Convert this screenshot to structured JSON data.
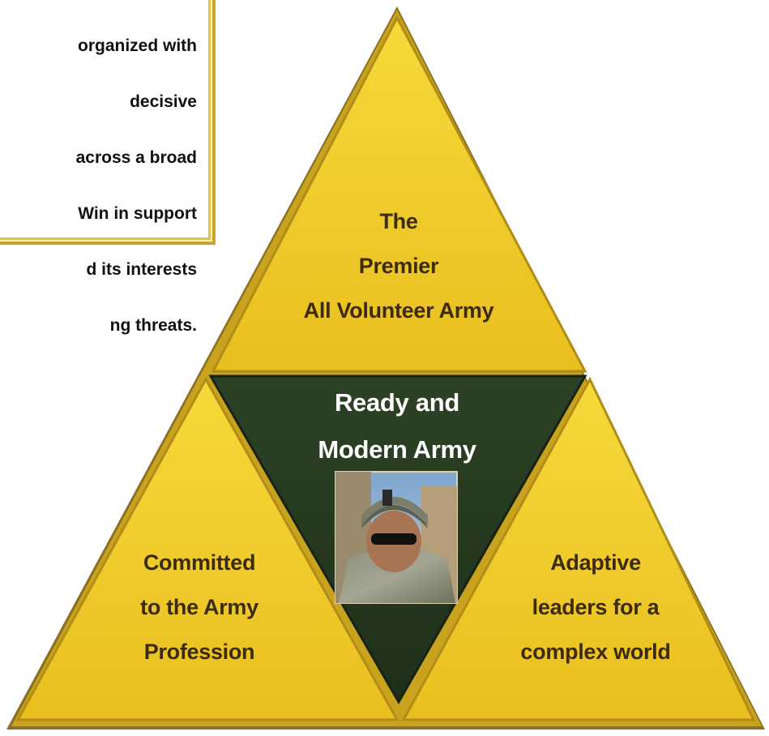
{
  "callout": {
    "lines": [
      "organized with",
      "decisive",
      "across a broad",
      "Win in support",
      "d its interests",
      "ng threats."
    ]
  },
  "diagram": {
    "top": {
      "lines": [
        "The",
        "Premier",
        "All Volunteer Army"
      ]
    },
    "center": {
      "lines": [
        "Ready and",
        "Modern Army"
      ],
      "photo": "soldier-portrait"
    },
    "left": {
      "lines": [
        "Committed",
        "to the Army",
        "Profession"
      ]
    },
    "right": {
      "lines": [
        "Adaptive",
        "leaders for a",
        "complex world"
      ]
    }
  },
  "colors": {
    "yellow": "#f0cc2a",
    "olive_dark": "#26391f",
    "border_gold": "#e2c24a"
  }
}
